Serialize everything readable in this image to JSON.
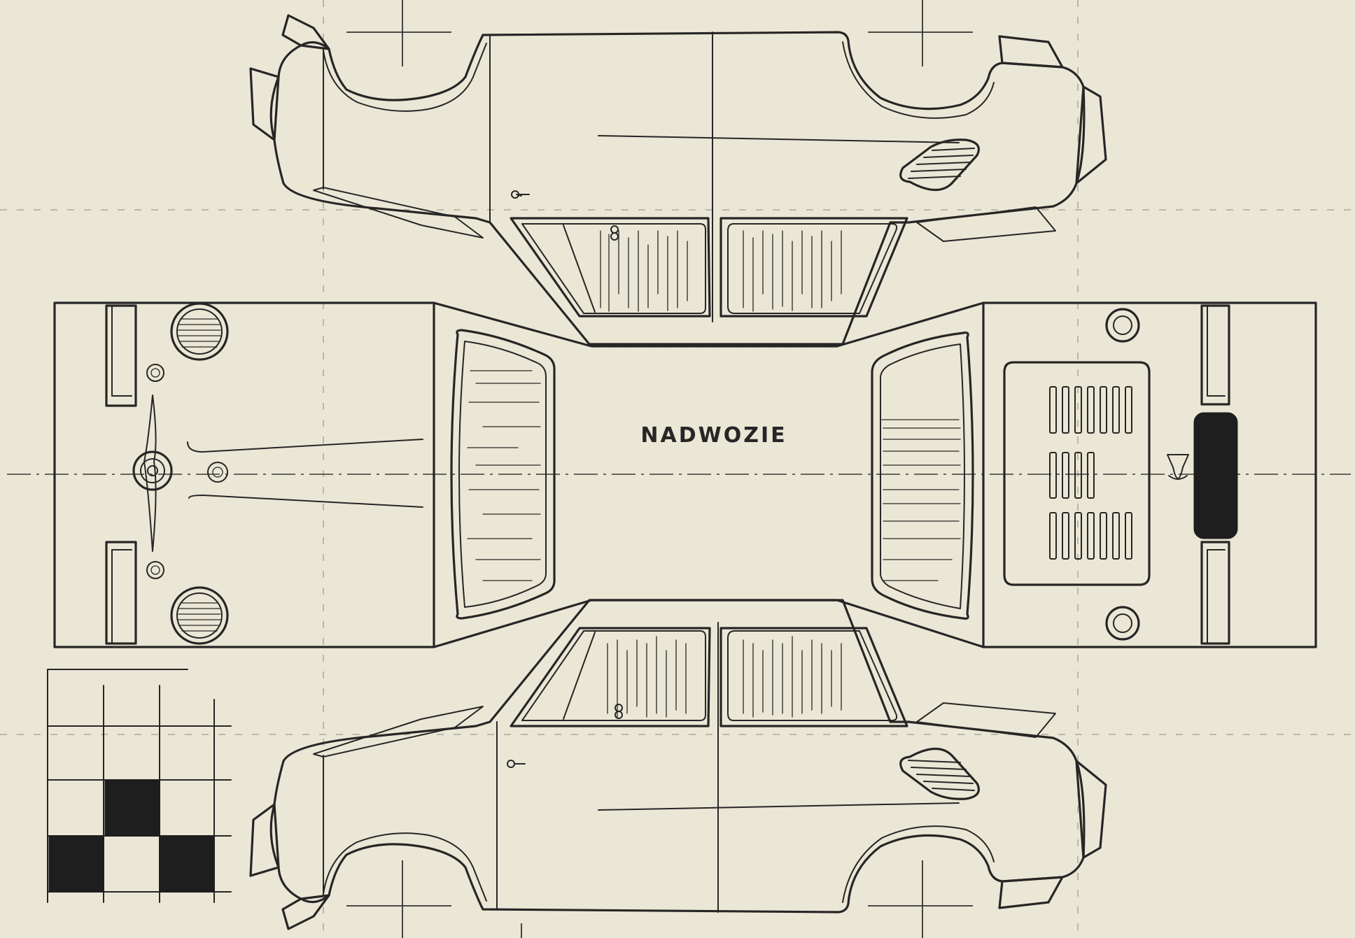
{
  "diagram": {
    "title": "NADWOZIE"
  },
  "colors": {
    "paper": "#ebe7d6",
    "ink": "#262626",
    "fill_dark": "#1e1e1e"
  },
  "parts": [
    "roof-top-panel",
    "front-hood-panel",
    "rear-engine-panel",
    "left-side-panel",
    "right-side-panel",
    "checker-calibration-grid"
  ]
}
